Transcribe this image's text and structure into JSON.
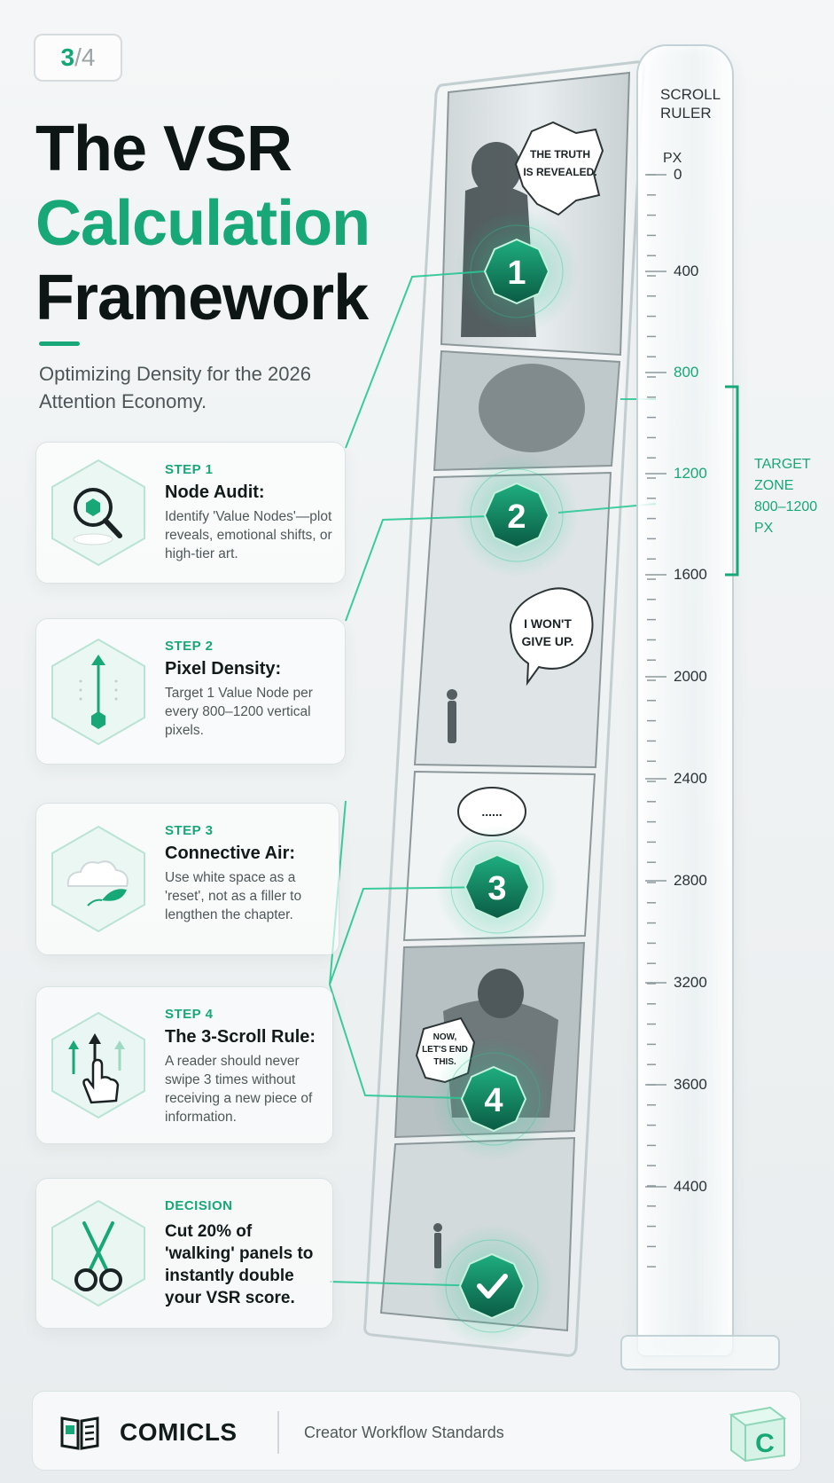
{
  "counter": {
    "current": "3",
    "separator": "/",
    "total": "4"
  },
  "title": {
    "line1": "The VSR",
    "line2": "Calculation",
    "line3": "Framework"
  },
  "subtitle": "Optimizing Density for the 2026 Attention Economy.",
  "steps": [
    {
      "step": "STEP 1",
      "heading": "Node Audit:",
      "description": "Identify 'Value Nodes'—plot reveals, emotional shifts, or high-tier art.",
      "icon": "magnifier-icon"
    },
    {
      "step": "STEP 2",
      "heading": "Pixel Density:",
      "description": "Target 1 Value Node per every 800–1200 vertical pixels.",
      "icon": "vertical-arrow-icon"
    },
    {
      "step": "STEP 3",
      "heading": "Connective Air:",
      "description": "Use white space as a 'reset', not as a filler to lengthen the chapter.",
      "icon": "cloud-leaf-icon"
    },
    {
      "step": "STEP 4",
      "heading": "The 3-Scroll Rule:",
      "description": "A reader should never swipe 3 times without receiving a new piece of information.",
      "icon": "swipe-hand-icon"
    },
    {
      "step": "DECISION",
      "heading": "",
      "description": "Cut 20% of 'walking' panels to instantly double your VSR score.",
      "icon": "scissors-icon"
    }
  ],
  "nodes": [
    "1",
    "2",
    "3",
    "4"
  ],
  "bubbles": {
    "b1": [
      "THE TRUTH",
      "IS REVEALED."
    ],
    "b2": [
      "I WON'T",
      "GIVE UP."
    ],
    "b3": [
      "......"
    ],
    "b4": [
      "NOW,",
      "LET'S END",
      "THIS."
    ]
  },
  "ruler": {
    "title_line1": "SCROLL",
    "title_line2": "RULER",
    "unit": "PX",
    "ticks": [
      "0",
      "400",
      "800",
      "1200",
      "1600",
      "2000",
      "2400",
      "2800",
      "3200",
      "3600",
      "4400"
    ],
    "target_lines": [
      "TARGET",
      "ZONE",
      "800–1200",
      "PX"
    ]
  },
  "footer": {
    "brand": "COMICLS",
    "tagline": "Creator Workflow Standards",
    "logo_letter": "C"
  },
  "colors": {
    "accent": "#18a878",
    "dark": "#121a1a",
    "node": "#0d6b50"
  }
}
